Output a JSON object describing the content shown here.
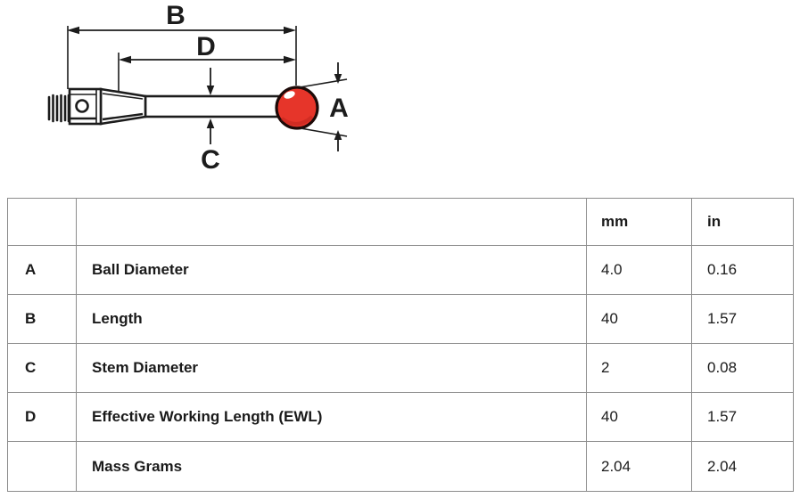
{
  "diagram": {
    "labels": {
      "b": "B",
      "d": "D",
      "c": "C",
      "a": "A"
    },
    "colors": {
      "line": "#1c1c1c",
      "ball_fill": "#e6352a",
      "ball_outline": "#1d0a08",
      "ball_highlight": "#ffffff"
    },
    "description": "Stylus drawing with dimension callouts A (ball diameter), B (length), C (stem diameter), D (effective working length)"
  },
  "table": {
    "border_color": "#8c8c8c",
    "headers": [
      "",
      "",
      "mm",
      "in"
    ],
    "rows": [
      {
        "key": "A",
        "name": "Ball Diameter",
        "mm": "4.0",
        "in": "0.16"
      },
      {
        "key": "B",
        "name": "Length",
        "mm": "40",
        "in": "1.57"
      },
      {
        "key": "C",
        "name": "Stem Diameter",
        "mm": "2",
        "in": "0.08"
      },
      {
        "key": "D",
        "name": "Effective Working Length (EWL)",
        "mm": "40",
        "in": "1.57"
      },
      {
        "key": "",
        "name": "Mass Grams",
        "mm": "2.04",
        "in": "2.04"
      }
    ]
  }
}
